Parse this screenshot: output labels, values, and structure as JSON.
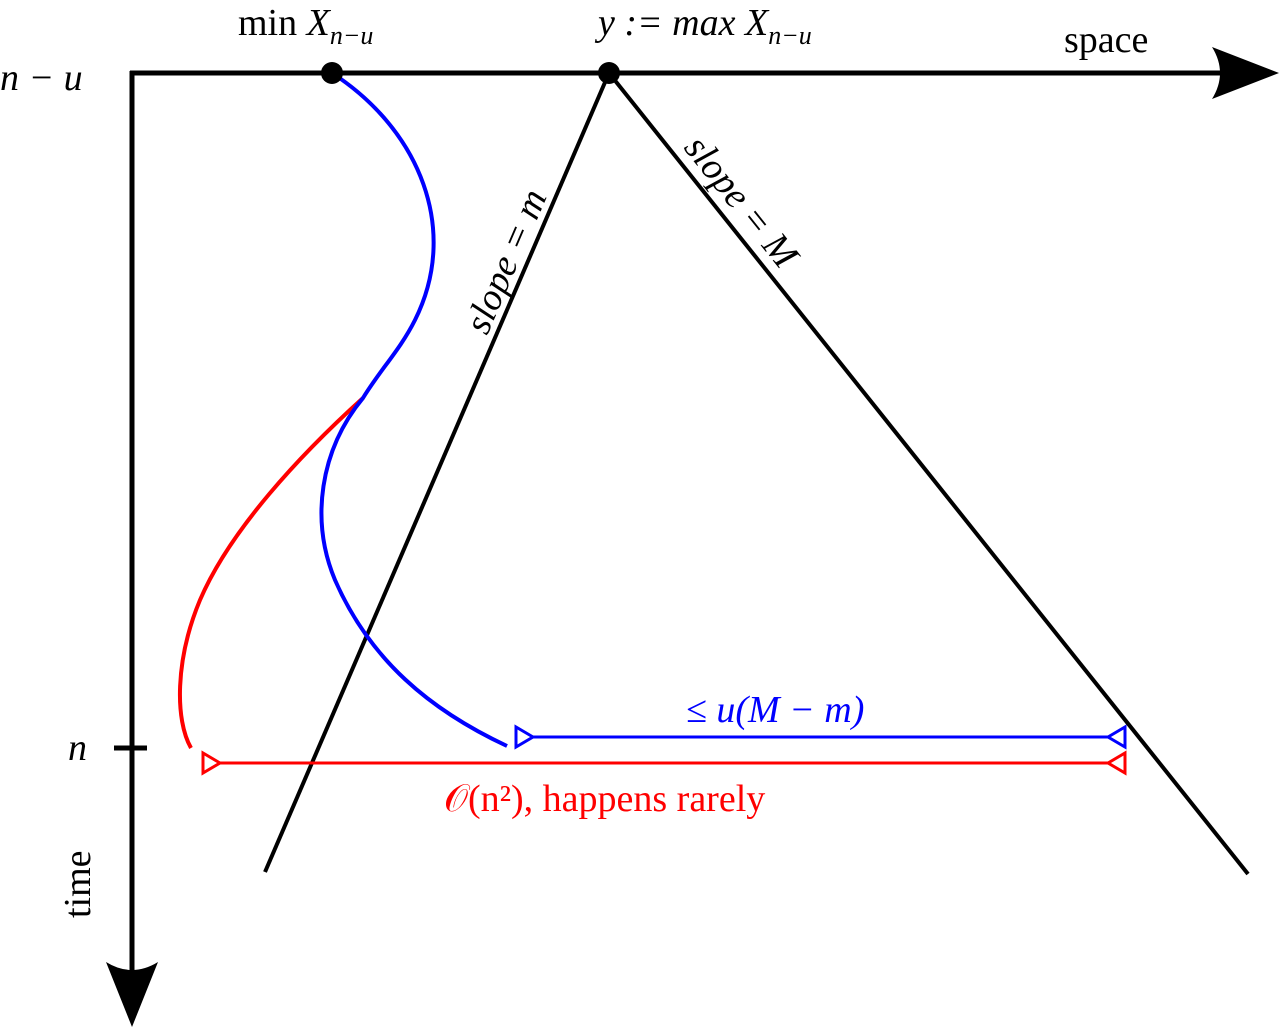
{
  "axes": {
    "time_top_label": "n − u",
    "time_n_label": "n",
    "space_label": "space",
    "time_label": "time"
  },
  "points": {
    "min": {
      "prefix": "min ",
      "var": "X",
      "sub": "n−u"
    },
    "max": {
      "prefix": "y := max ",
      "var": "X",
      "sub": "n−u"
    }
  },
  "slopes": {
    "left": "slope = m",
    "right": "slope = M"
  },
  "bounds": {
    "blue": "≤ u(M − m)",
    "red": "𝒪(n²), happens rarely"
  },
  "colors": {
    "axis": "#000000",
    "blue": "#0000ff",
    "red": "#ff0000"
  }
}
